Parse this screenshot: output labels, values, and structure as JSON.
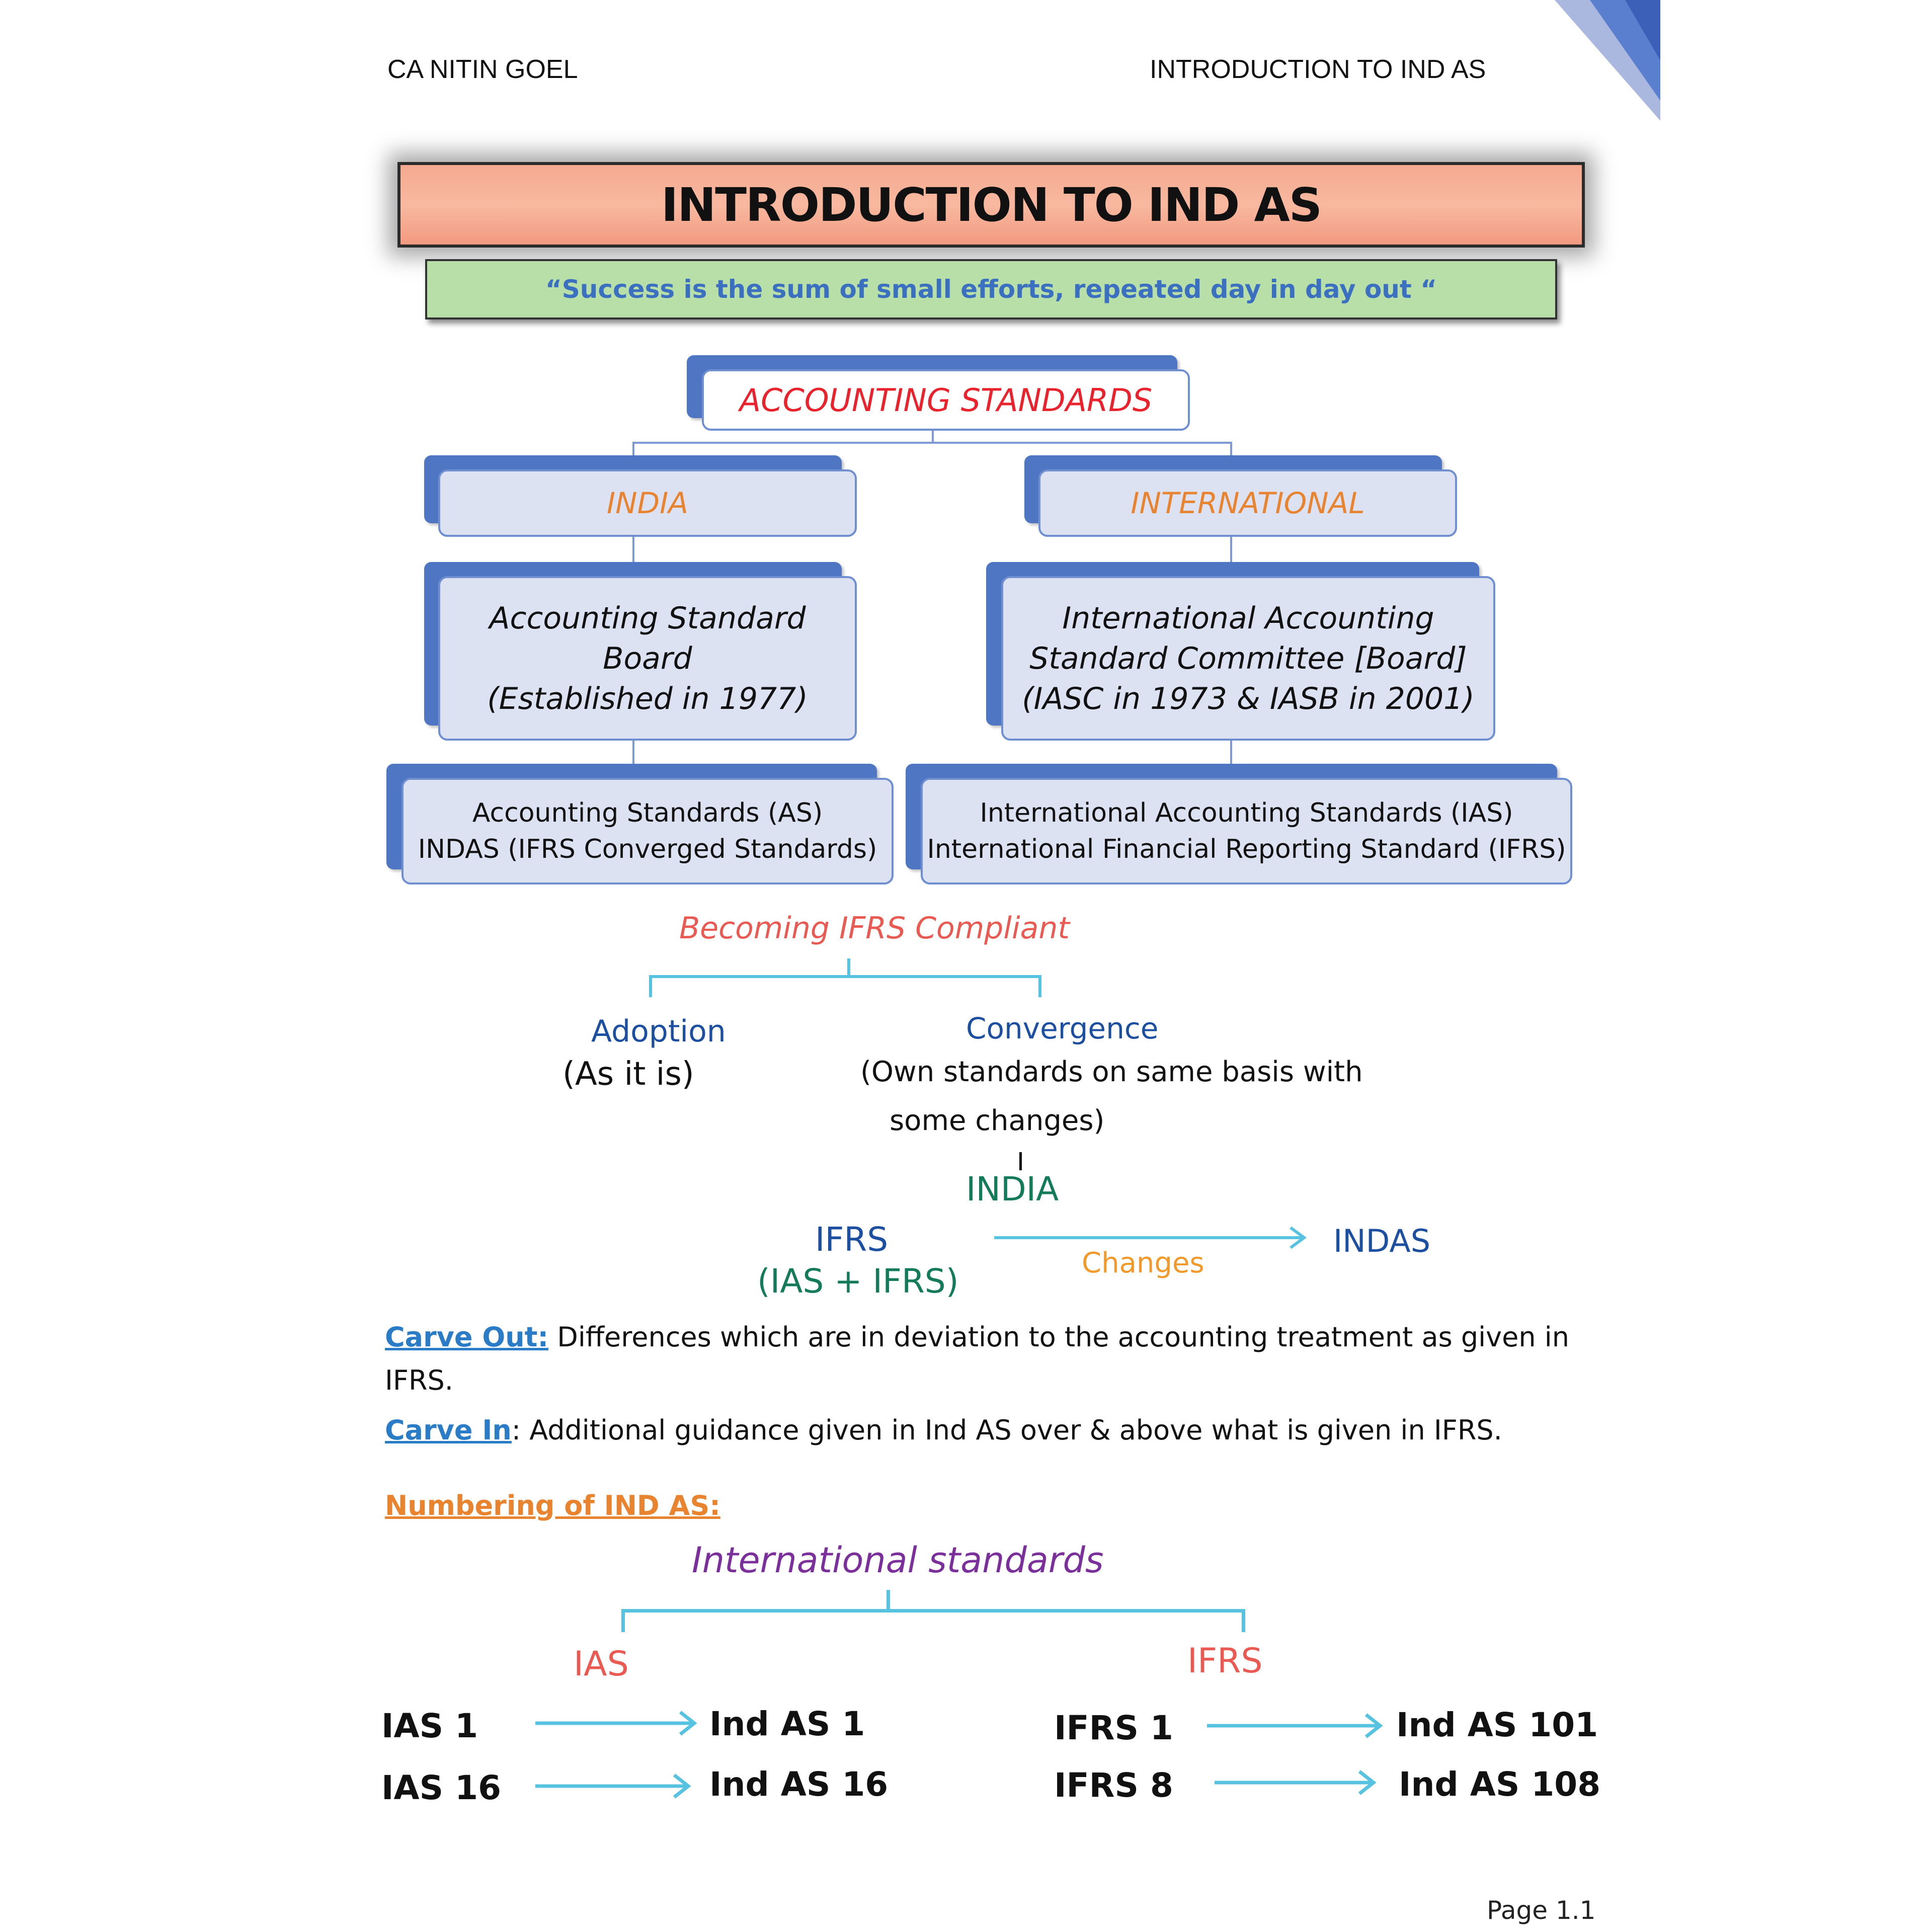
{
  "header": {
    "left": "CA NITIN GOEL",
    "right": "INTRODUCTION TO IND AS"
  },
  "title": "INTRODUCTION TO IND AS",
  "quote": "“Success is the sum of small efforts, repeated day in day out “",
  "tree": {
    "root": "ACCOUNTING STANDARDS",
    "india": {
      "label": "INDIA",
      "board_line1": "Accounting Standard Board",
      "board_line2": "(Established in 1977)",
      "standards_line1": "Accounting Standards (AS)",
      "standards_line2": "INDAS (IFRS Converged Standards)"
    },
    "international": {
      "label": "INTERNATIONAL",
      "board_line1": "International Accounting",
      "board_line2": "Standard Committee [Board]",
      "board_line3": "(IASC in 1973 & IASB in 2001)",
      "standards_line1": "International Accounting Standards (IAS)",
      "standards_line2": "International Financial Reporting Standard (IFRS)"
    }
  },
  "handwritten": {
    "becoming": "Becoming IFRS Compliant",
    "adoption": "Adoption",
    "adoption_note": "(As it is)",
    "convergence": "Convergence",
    "convergence_note1": "(Own standards on same basis with",
    "convergence_note2": "some changes)",
    "india": "INDIA",
    "ifrs": "IFRS",
    "ifrs_note": "(IAS + IFRS)",
    "changes": "Changes",
    "indas": "INDAS"
  },
  "carve_out": {
    "label": "Carve Out:",
    "text_line1": " Differences which are in deviation to the accounting treatment as given in",
    "text_line2": "IFRS."
  },
  "carve_in": {
    "label": "Carve In",
    "text": ": Additional guidance given in Ind AS over & above what is given in IFRS."
  },
  "numbering": {
    "heading": "Numbering of IND AS:",
    "root": "International standards",
    "ias": "IAS",
    "ifrs": "IFRS",
    "rows": [
      {
        "from": "IAS 1",
        "to": "Ind AS 1",
        "from2": "IFRS 1",
        "to2": "Ind AS 101"
      },
      {
        "from": "IAS 16",
        "to": "Ind AS 16",
        "from2": "IFRS 8",
        "to2": "Ind AS 108"
      }
    ]
  },
  "footer": "Page 1.1"
}
